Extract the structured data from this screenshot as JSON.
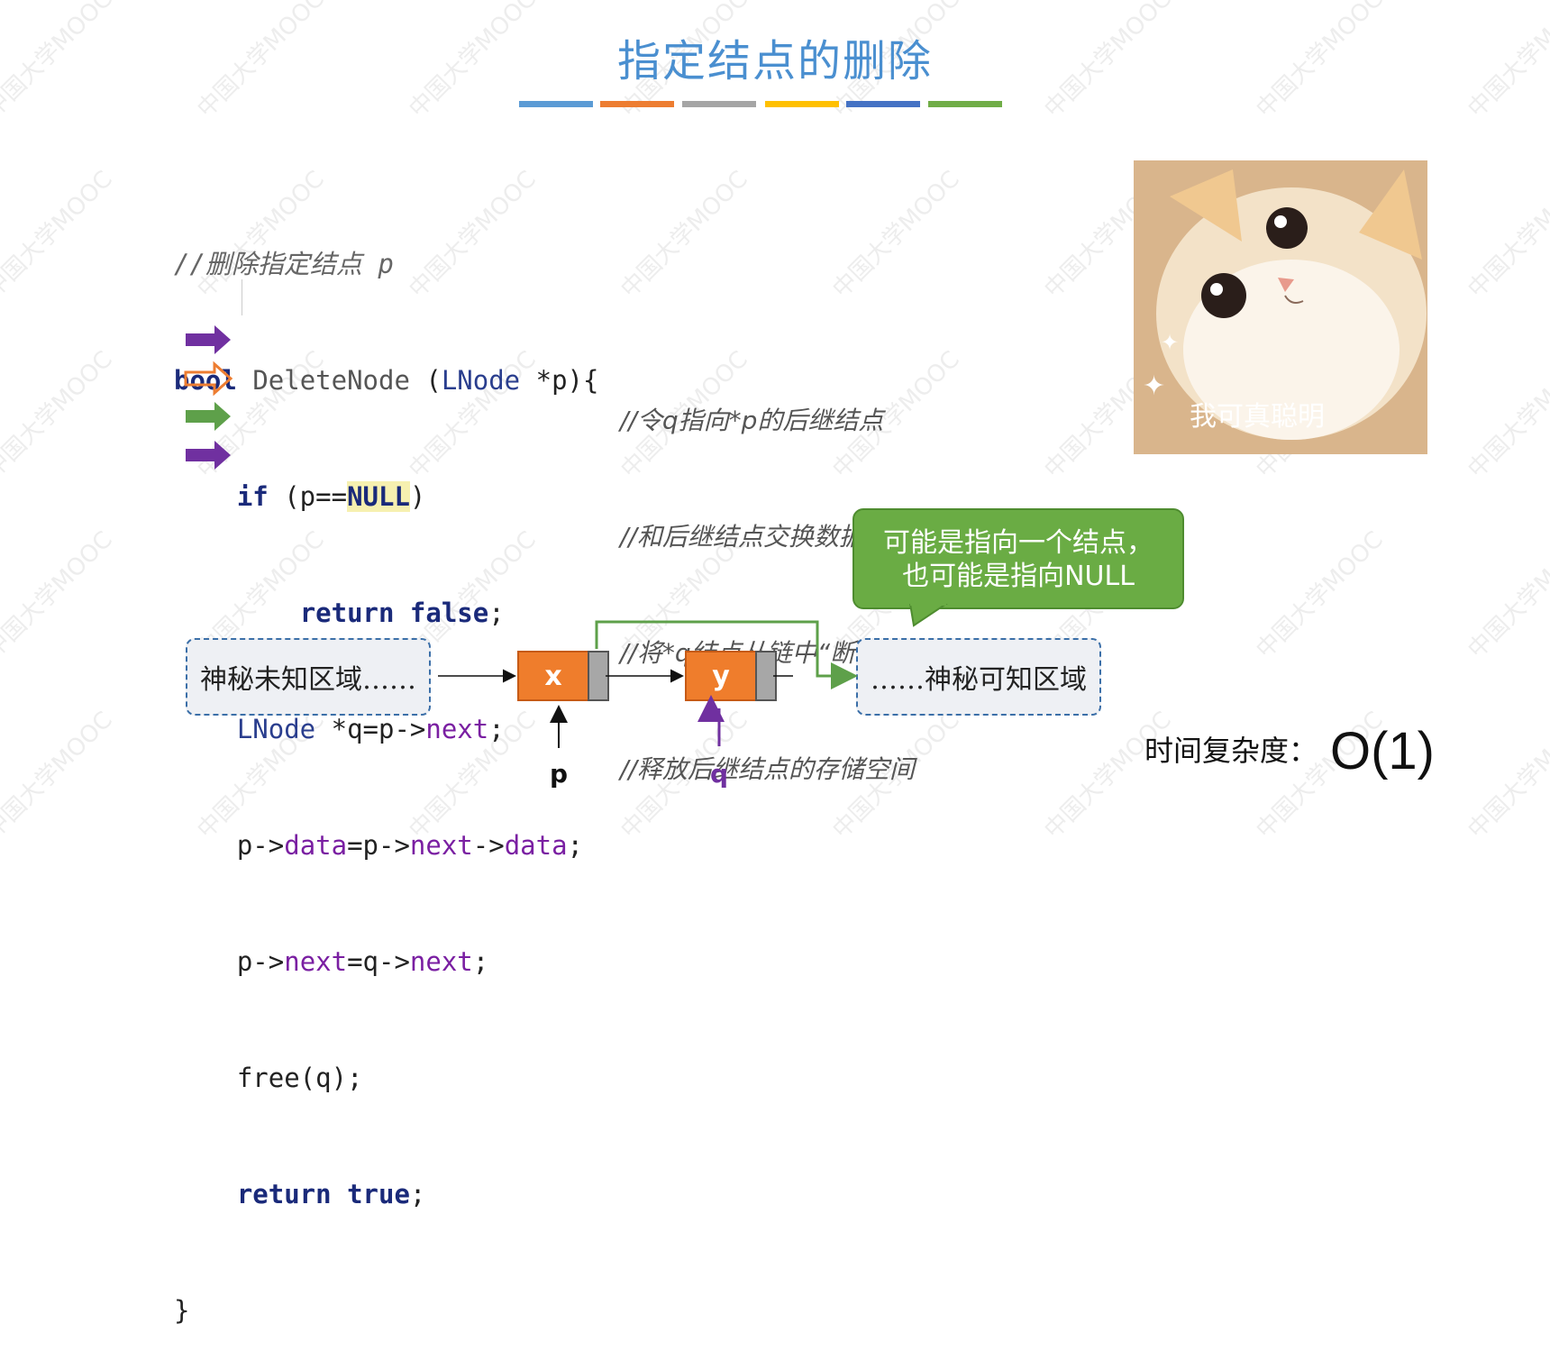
{
  "slide": {
    "title": "指定结点的删除",
    "color_bars": [
      "#5b9bd5",
      "#ed7d31",
      "#a5a5a5",
      "#ffc000",
      "#4472c4",
      "#70ad47"
    ],
    "watermark": "中国大学MOOC"
  },
  "code": {
    "header_comment": "//删除指定结点 p",
    "line1": {
      "kw": "bool",
      "fn": "DeleteNode",
      "paren": " (",
      "type": "LNode",
      "rest": " *p){"
    },
    "line2": {
      "kw": "if",
      "pre": " (p==",
      "null": "NULL",
      "post": ")"
    },
    "line3": {
      "kw1": "return",
      "kw2": "false",
      "post": ";"
    },
    "line4": {
      "type": "LNode",
      "a": " *q=p->",
      "field": "next",
      "post": ";"
    },
    "line5": {
      "a": "p->",
      "f1": "data",
      "b": "=p->",
      "f2": "next",
      "c": "->",
      "f3": "data",
      "post": ";"
    },
    "line6": {
      "a": "p->",
      "f1": "next",
      "b": "=q->",
      "f2": "next",
      "post": ";"
    },
    "line7": {
      "text": "free(q);"
    },
    "line8": {
      "kw1": "return",
      "kw2": "true",
      "post": ";"
    },
    "line9": {
      "text": "}"
    },
    "comments": [
      "//令q指向*p的后继结点",
      "//和后继结点交换数据域",
      "//将*q结点从链中“断开”",
      "//释放后继结点的存储空间"
    ],
    "arrow_colors": [
      "#7030a0",
      "#ed7d31",
      "#5ea04a",
      "#7030a0"
    ]
  },
  "image": {
    "caption": "我可真聪明"
  },
  "callout": {
    "line1": "可能是指向一个结点，",
    "line2": "也可能是指向NULL"
  },
  "diagram": {
    "left_region": "神秘未知区域……",
    "right_region": "……神秘可知区域",
    "node1": "x",
    "node2": "y",
    "p_label": "p",
    "q_label": "q"
  },
  "complexity": {
    "label": "时间复杂度：",
    "value": "O(1)"
  }
}
